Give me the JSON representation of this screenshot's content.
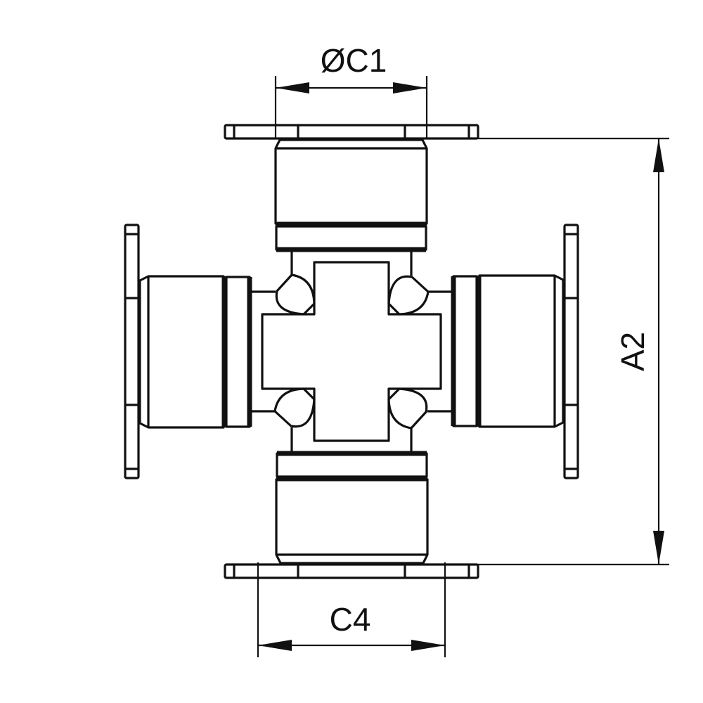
{
  "dimensions": {
    "c1_label": "ØC1",
    "a2_label": "A2",
    "c4_label": "C4"
  },
  "colors": {
    "line": "#111111",
    "background": "#ffffff"
  }
}
